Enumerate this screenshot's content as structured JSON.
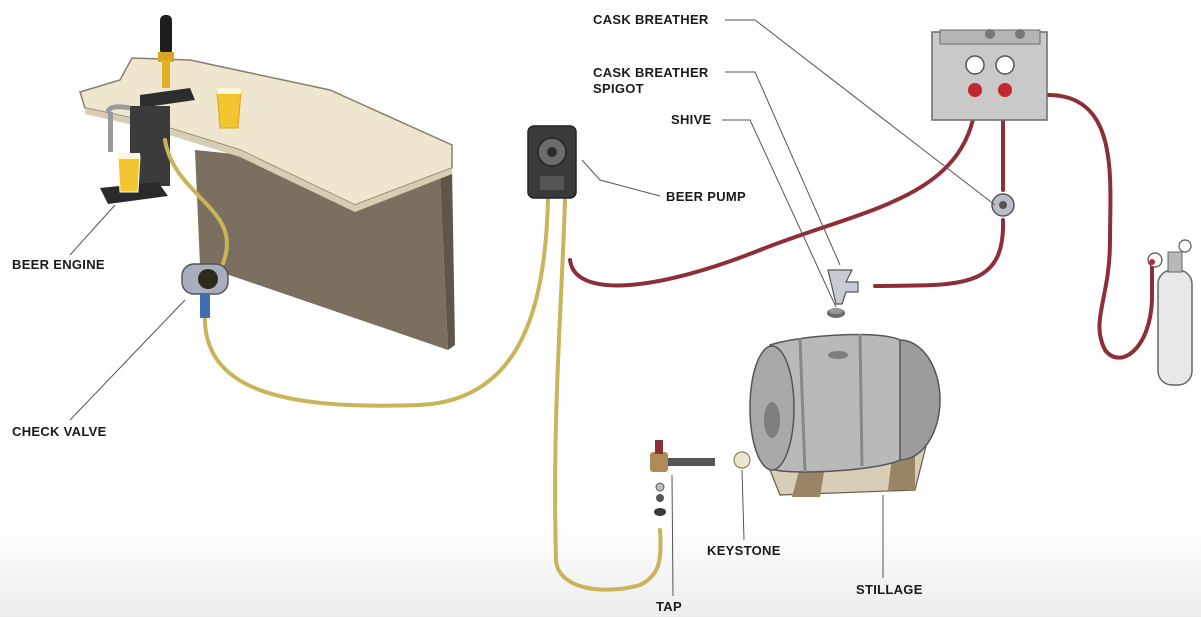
{
  "labels": {
    "beer_engine": "BEER ENGINE",
    "check_valve": "CHECK VALVE",
    "beer_pump": "BEER PUMP",
    "cask_breather": "CASK BREATHER",
    "cask_breather_spigot": "CASK BREATHER\nSPIGOT",
    "shive": "SHIVE",
    "keystone": "KEYSTONE",
    "stillage": "STILLAGE",
    "tap": "TAP"
  },
  "colors": {
    "beer_line": "#c9b45a",
    "gas_line": "#8c2f38",
    "leader_line": "#555555",
    "counter_top": "#efe6cf",
    "counter_panel": "#7b6f5f",
    "cask_body": "#b9b9b9",
    "stillage_wood": "#9a8467",
    "beer": "#f2c531"
  }
}
